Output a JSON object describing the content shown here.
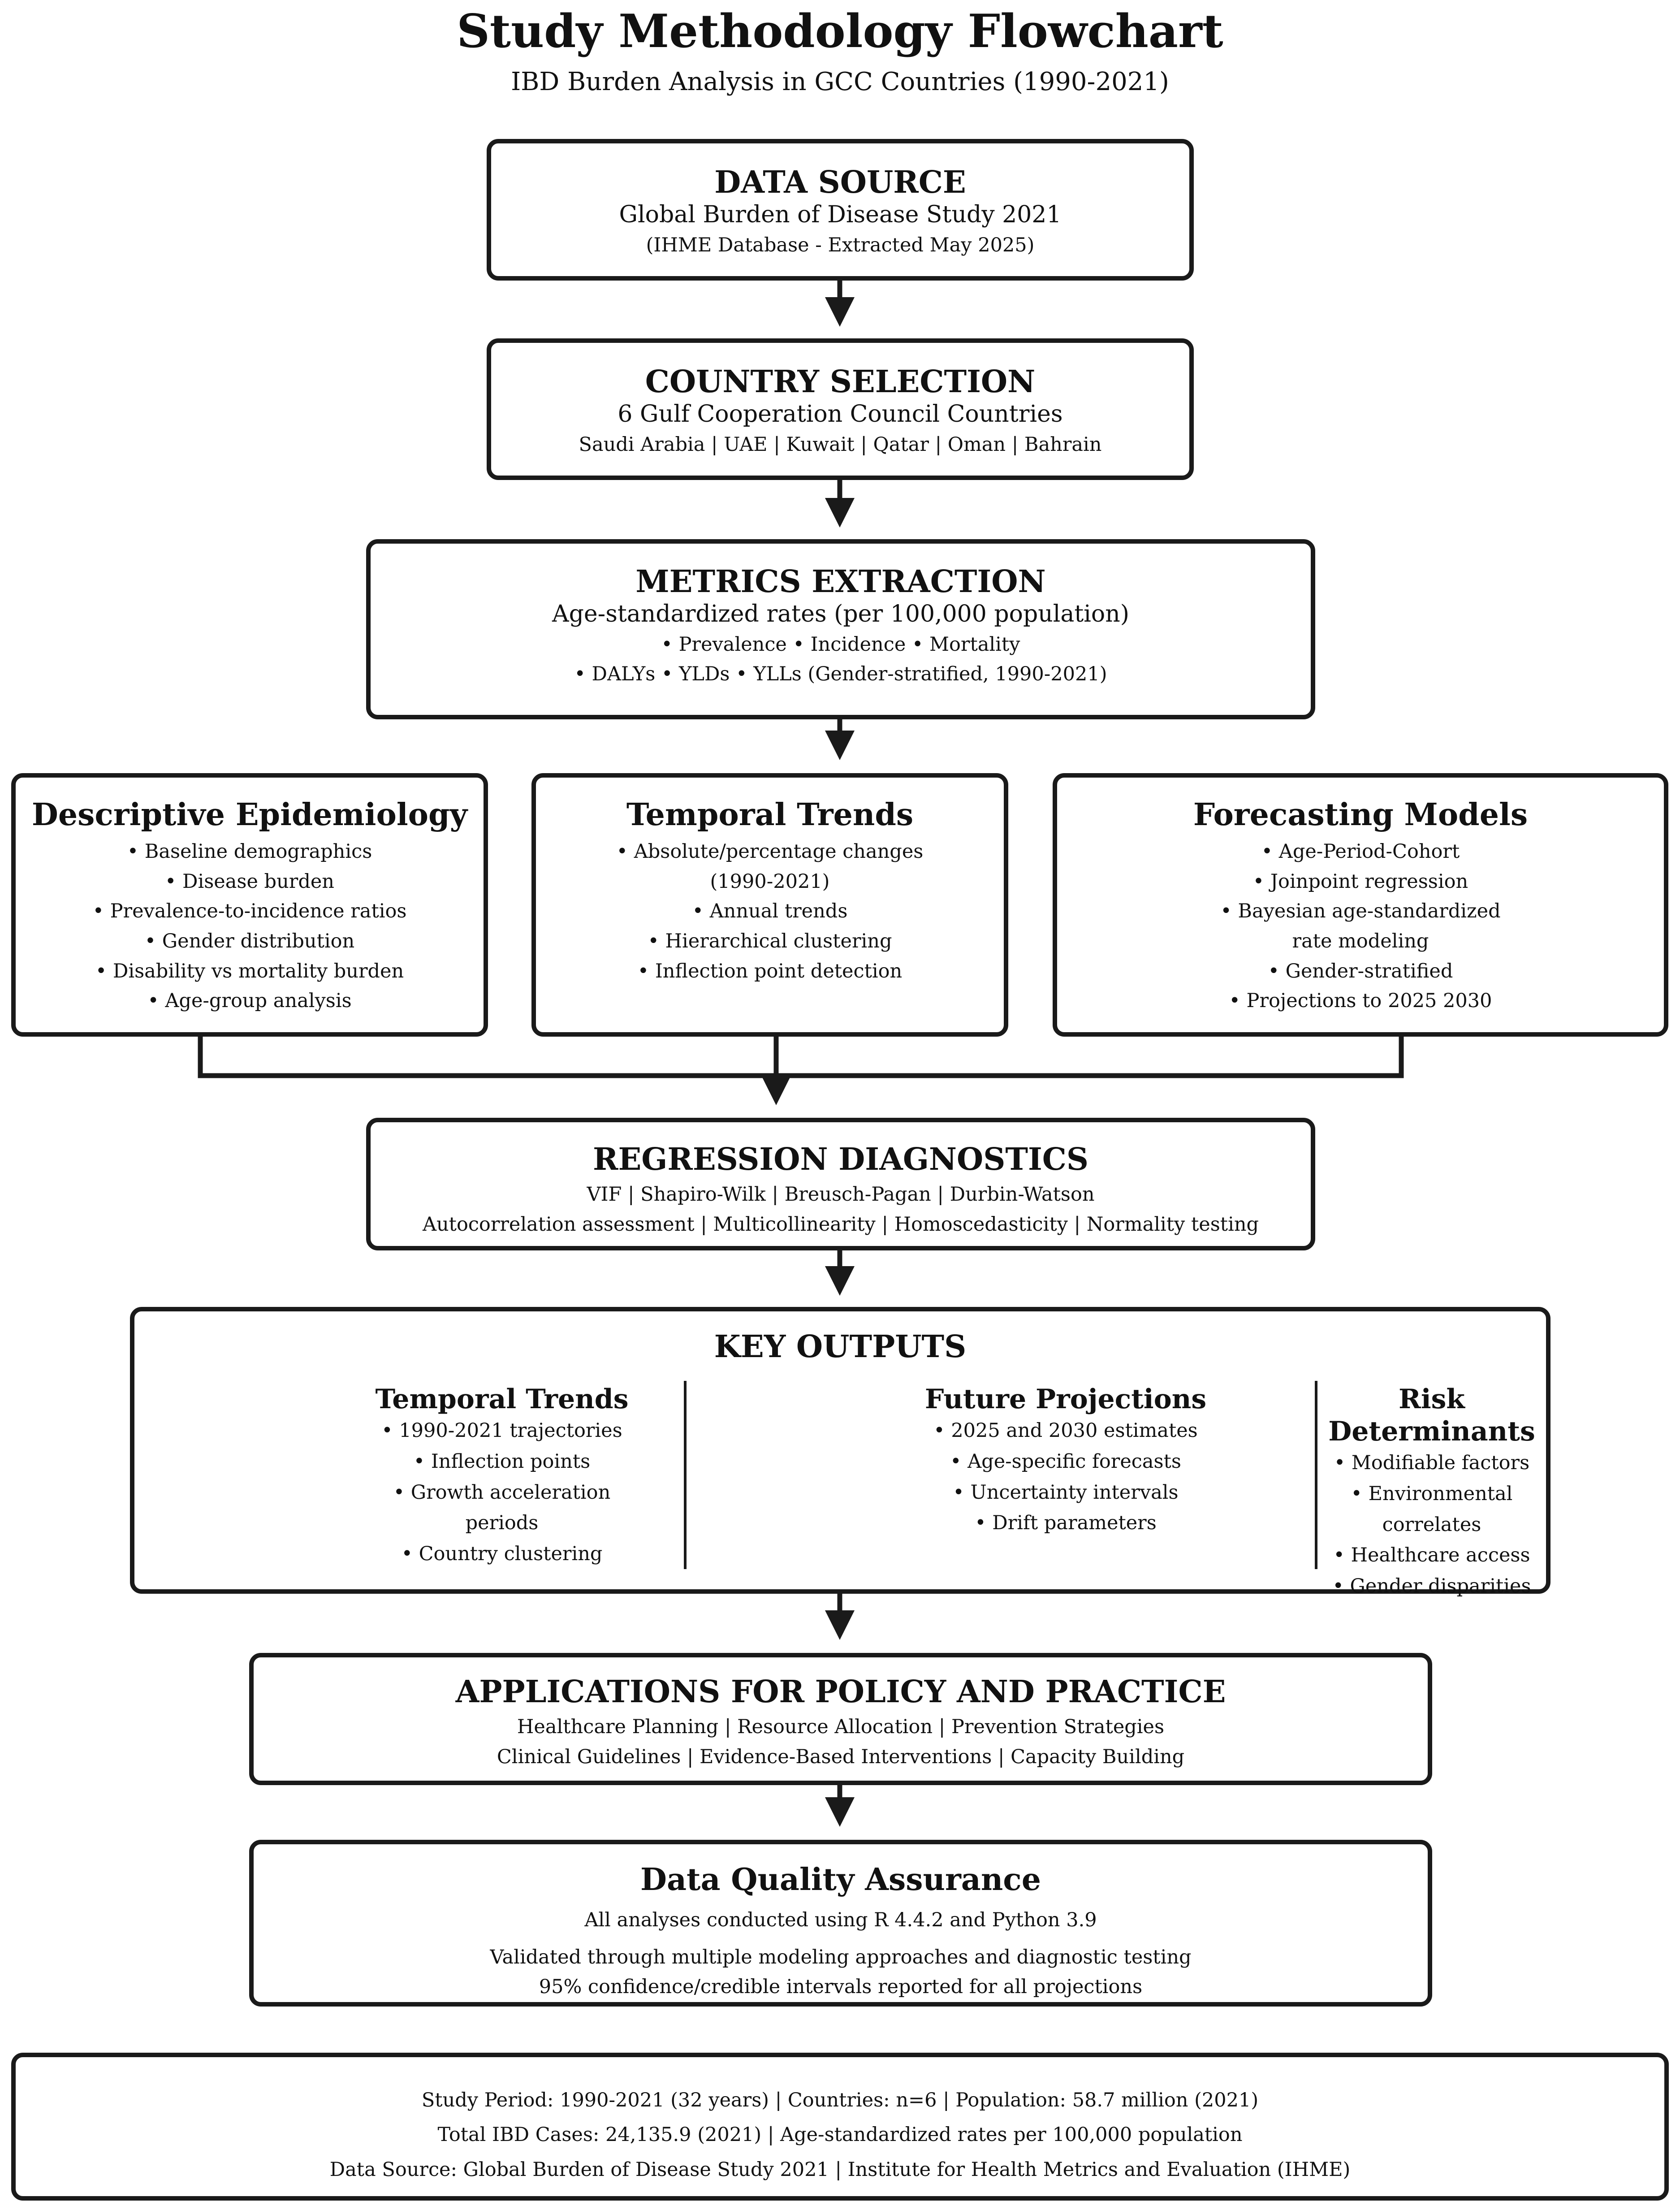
{
  "title": "Study Methodology Flowchart",
  "subtitle": "IBD Burden Analysis in GCC Countries (1990-2021)",
  "data_source": {
    "heading": "DATA SOURCE",
    "line1": "Global Burden of Disease Study 2021",
    "line2": "(IHME Database - Extracted May 2025)"
  },
  "country_selection": {
    "heading": "COUNTRY SELECTION",
    "line1": "6 Gulf Cooperation Council Countries",
    "line2": "Saudi Arabia | UAE | Kuwait | Qatar | Oman | Bahrain"
  },
  "metrics_extraction": {
    "heading": "METRICS EXTRACTION",
    "line1": "Age-standardized rates (per 100,000 population)",
    "line2": "• Prevalence • Incidence • Mortality",
    "line3": "• DALYs • YLDs • YLLs (Gender-stratified, 1990-2021)"
  },
  "descriptive": {
    "heading": "Descriptive Epidemiology",
    "items": [
      "• Baseline demographics",
      "• Disease burden",
      "• Prevalence-to-incidence ratios",
      "• Gender distribution",
      "• Disability vs mortality burden",
      "• Age-group analysis"
    ]
  },
  "temporal": {
    "heading": "Temporal Trends",
    "items": [
      "• Absolute/percentage changes",
      "(1990-2021)",
      "• Annual trends",
      "• Hierarchical clustering",
      "• Inflection point detection"
    ]
  },
  "forecasting": {
    "heading": "Forecasting Models",
    "items": [
      "• Age-Period-Cohort",
      "• Joinpoint regression",
      "• Bayesian age-standardized",
      "rate modeling",
      "• Gender-stratified",
      "• Projections to 2025 2030"
    ]
  },
  "regression": {
    "heading": "REGRESSION DIAGNOSTICS",
    "line1": "VIF | Shapiro-Wilk | Breusch-Pagan | Durbin-Watson",
    "line2": "Autocorrelation assessment | Multicollinearity | Homoscedasticity | Normality testing"
  },
  "key_outputs": {
    "heading": "KEY OUTPUTS",
    "columns": [
      {
        "heading": "Temporal Trends",
        "items": [
          "• 1990-2021 trajectories",
          "• Inflection points",
          "• Growth acceleration",
          "periods",
          "• Country clustering"
        ]
      },
      {
        "heading": "Future Projections",
        "items": [
          "• 2025 and 2030 estimates",
          "• Age-specific forecasts",
          "• Uncertainty intervals",
          "• Drift parameters"
        ]
      },
      {
        "heading": "Risk Determinants",
        "items": [
          "• Modifiable factors",
          "• Environmental",
          "correlates",
          "• Healthcare access",
          "• Gender disparities"
        ]
      }
    ]
  },
  "applications": {
    "heading": "APPLICATIONS FOR POLICY AND PRACTICE",
    "line1": "Healthcare Planning | Resource Allocation | Prevention Strategies",
    "line2": "Clinical Guidelines | Evidence-Based Interventions | Capacity Building"
  },
  "quality": {
    "heading": "Data Quality Assurance",
    "line1": "All analyses conducted using R 4.4.2 and Python 3.9",
    "line2": "Validated through multiple modeling approaches and diagnostic testing",
    "line3": "95% confidence/credible intervals reported for all projections"
  },
  "footer": {
    "line1": "Study Period: 1990-2021 (32 years) | Countries: n=6 | Population: 58.7 million (2021)",
    "line2": "Total IBD Cases: 24,135.9 (2021) | Age-standardized rates per 100,000 population",
    "line3": "Data Source: Global Burden of Disease Study 2021 | Institute for Health Metrics and Evaluation (IHME)"
  }
}
